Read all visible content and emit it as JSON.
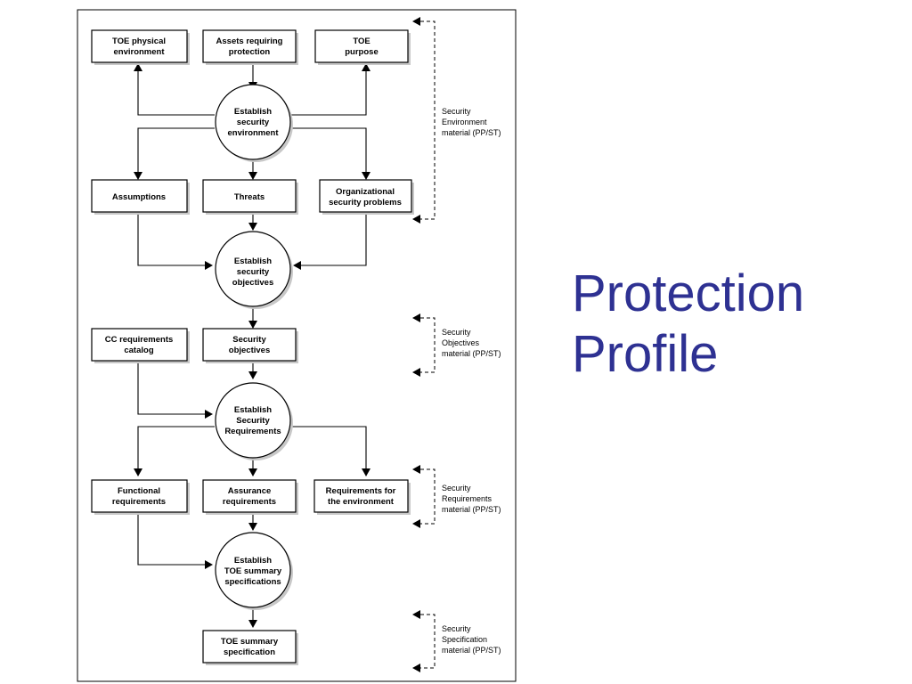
{
  "title": {
    "line1": "Protection",
    "line2": "Profile"
  },
  "diagram": {
    "boxes": {
      "toe_physical_environment": [
        "TOE physical",
        "environment"
      ],
      "assets_requiring_protection": [
        "Assets requiring",
        "protection"
      ],
      "toe_purpose": [
        "TOE",
        "purpose"
      ],
      "assumptions": [
        "Assumptions"
      ],
      "threats": [
        "Threats"
      ],
      "organizational_security_problems": [
        "Organizational",
        "security problems"
      ],
      "cc_requirements_catalog": [
        "CC requirements",
        "catalog"
      ],
      "security_objectives": [
        "Security",
        "objectives"
      ],
      "functional_requirements": [
        "Functional",
        "requirements"
      ],
      "assurance_requirements": [
        "Assurance",
        "requirements"
      ],
      "requirements_for_the_environment": [
        "Requirements for",
        "the environment"
      ],
      "toe_summary_specification": [
        "TOE summary",
        "specification"
      ]
    },
    "processes": {
      "establish_security_environment": [
        "Establish",
        "security",
        "environment"
      ],
      "establish_security_objectives": [
        "Establish",
        "security",
        "objectives"
      ],
      "establish_security_requirements": [
        "Establish",
        "Security",
        "Requirements"
      ],
      "establish_toe_summary_specifications": [
        "Establish",
        "TOE summary",
        "specifications"
      ]
    },
    "side_notes": {
      "environment": [
        "Security",
        "Environment",
        "material (PP/ST)"
      ],
      "objectives": [
        "Security",
        "Objectives",
        "material (PP/ST)"
      ],
      "requirements": [
        "Security",
        "Requirements",
        "material (PP/ST)"
      ],
      "specification": [
        "Security",
        "Specification",
        "material (PP/ST)"
      ]
    }
  }
}
